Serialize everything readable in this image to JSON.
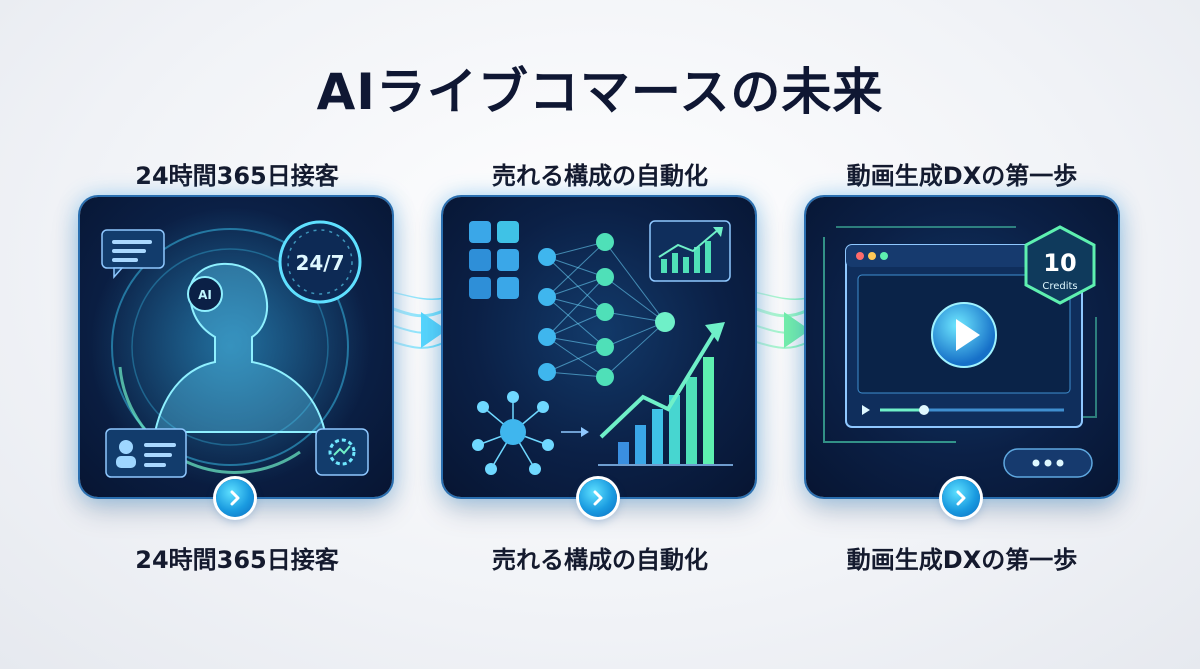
{
  "title": "AIライブコマースの未来",
  "panels": [
    {
      "heading": "24時間365日接客",
      "caption": "24時間365日接客",
      "clock_label": "24/7",
      "avatar_label": "AI"
    },
    {
      "heading": "売れる構成の自動化",
      "caption": "売れる構成の自動化"
    },
    {
      "heading": "動画生成DXの第一歩",
      "caption": "動画生成DXの第一歩",
      "credits_value": "10",
      "credits_label": "Credits"
    }
  ],
  "icons": {
    "panel1": [
      "chat-bubble-icon",
      "robot-avatar-icon",
      "clock-24-7-icon",
      "user-card-icon",
      "gear-analytics-icon"
    ],
    "panel2": [
      "grid-blocks-icon",
      "neural-network-icon",
      "line-chart-icon",
      "hub-network-icon",
      "bar-chart-icon"
    ],
    "panel3": [
      "video-player-icon",
      "play-icon",
      "credits-badge-icon",
      "more-dots-icon"
    ],
    "flow": "flow-arrow-icon",
    "nav": "chevron-right-icon"
  },
  "colors": {
    "card_bg": "#0b2046",
    "accent_cyan": "#3fd3ff",
    "accent_green": "#5cf0a8",
    "title": "#0f1733"
  }
}
